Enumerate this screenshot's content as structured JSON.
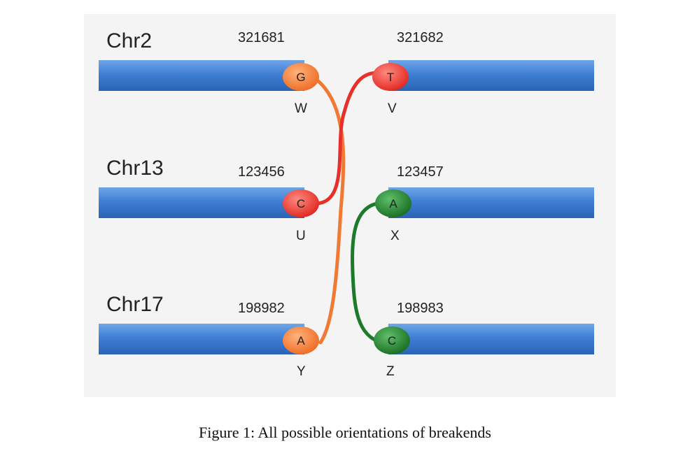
{
  "chromosomes": [
    {
      "name": "Chr2",
      "left_position": "321681",
      "right_position": "321682",
      "left_base": "G",
      "right_base": "T",
      "left_label": "W",
      "right_label": "V"
    },
    {
      "name": "Chr13",
      "left_position": "123456",
      "right_position": "123457",
      "left_base": "C",
      "right_base": "A",
      "left_label": "U",
      "right_label": "X"
    },
    {
      "name": "Chr17",
      "left_position": "198982",
      "right_position": "198983",
      "left_base": "A",
      "right_base": "C",
      "left_label": "Y",
      "right_label": "Z"
    }
  ],
  "caption": "Figure 1:  All possible orientations of breakends",
  "colors": {
    "bar": "#3f7fd4",
    "orange": "#f07a34",
    "red": "#e8302a",
    "green": "#1d7a2a",
    "panel": "#f4f4f4"
  }
}
